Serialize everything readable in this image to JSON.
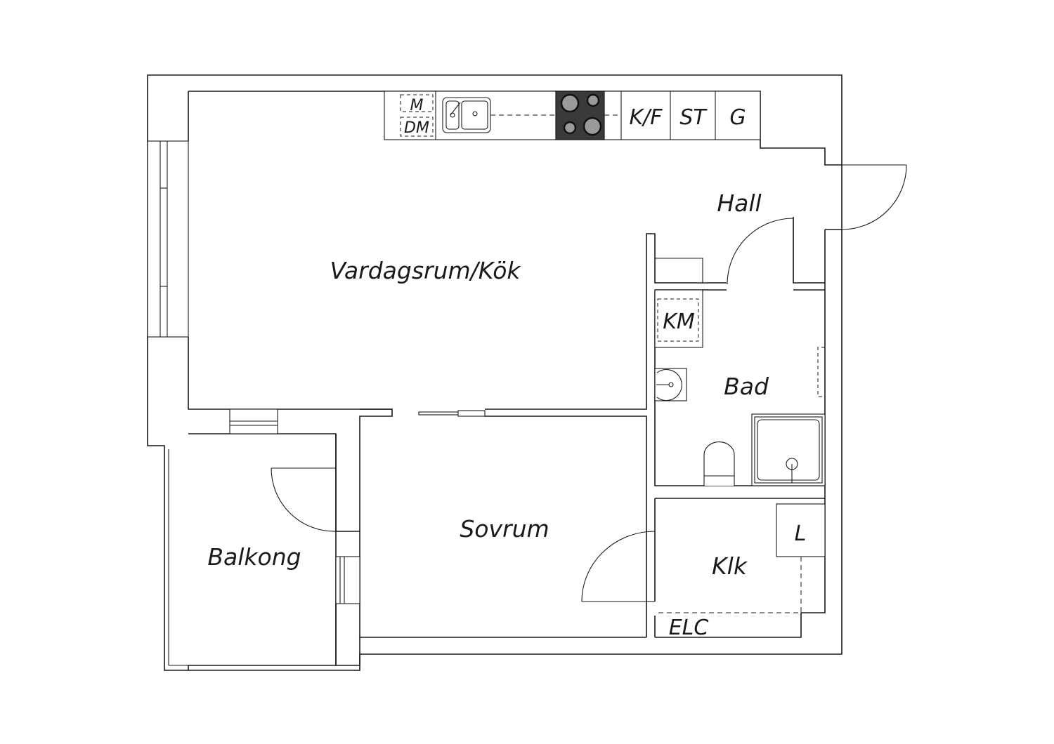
{
  "plan": {
    "rooms": {
      "living_kitchen": "Vardagsrum/Kök",
      "hall": "Hall",
      "bath": "Bad",
      "bedroom": "Sovrum",
      "balcony": "Balkong",
      "closet": "Klk"
    },
    "fixtures": {
      "microwave": "M",
      "dishwasher": "DM",
      "fridge_freezer": "K/F",
      "stove_cabinet": "ST",
      "garbage": "G",
      "washing_machine": "KM",
      "linen": "L",
      "electric_central": "ELC"
    }
  }
}
